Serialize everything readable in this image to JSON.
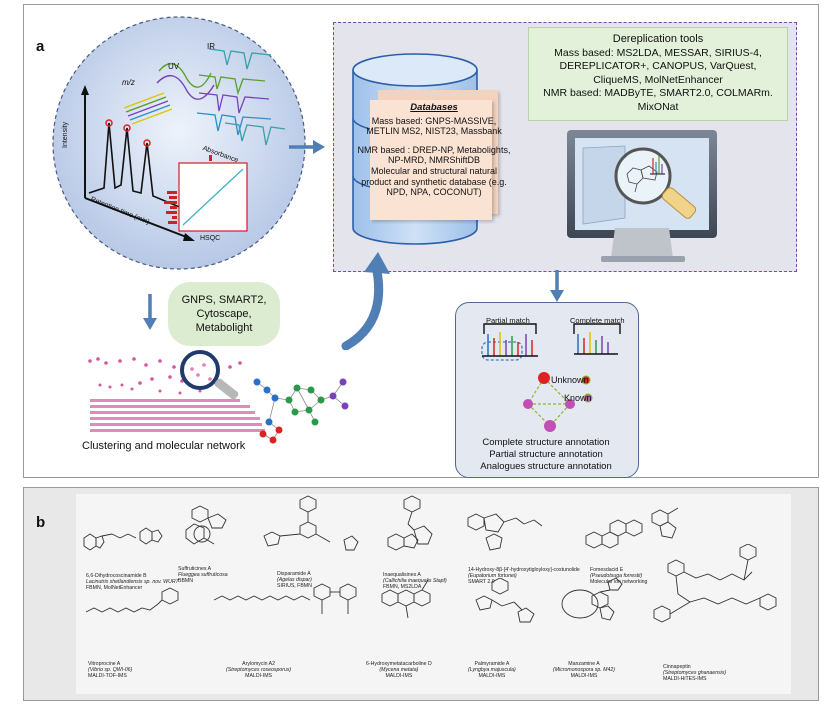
{
  "panel_a": {
    "label": "a",
    "spectra": {
      "uv": "UV",
      "ir": "IR",
      "mz": "m/z",
      "intensity": "Intensity",
      "retention": "Retention time (min)",
      "absorbance": "Absorbance",
      "hsqc": "HSQC"
    },
    "databases": {
      "heading": "Databases",
      "mass": "Mass based: GNPS-MASSIVE, METLIN MS2, NIST23, Massbank",
      "nmr": "NMR based : DREP-NP, Metabolights, NP-MRD, NMRShiftDB",
      "natural": "Molecular and structural natural product and synthetic database (e.g. NPD, NPA, COCONUT)"
    },
    "tools": {
      "title": "Dereplication tools",
      "mass": "Mass based: MS2LDA, MESSAR, SIRIUS-4, DEREPLICATOR+, CANOPUS, VarQuest, CliqueMS, MolNetEnhancer",
      "nmr": "NMR based: MADByTE, SMART2.0, COLMARm. MixONat"
    },
    "green_box": "GNPS, SMART2, Cytoscape, Metabolight",
    "clustering_label": "Clustering and molecular network",
    "match": {
      "partial": "Partial match",
      "complete": "Complete match",
      "unknown": "Unknown",
      "known": "Known",
      "ann1": "Complete structure annotation",
      "ann2": "Partial structure annotation",
      "ann3": "Analogues structure annotation"
    }
  },
  "panel_b": {
    "label": "b",
    "compounds": [
      {
        "name": "6,6-Dihydrocoscinamide B",
        "source": "Lacinutrix shetlandiensis sp. nov. WUR7",
        "tool": "FBMN, MolNetEnhancer"
      },
      {
        "name": "Suffruticines A",
        "source": "Flueggea suffruticosa",
        "tool": "BBMN"
      },
      {
        "name": "Disparamide A",
        "source": "(Agelas dispar)",
        "tool": "SIRIUS, FBMN"
      },
      {
        "name": "Inaequalisines A",
        "source": "(Callichilia inaequalis Stapf)",
        "tool": "FBMN, MS2LDA"
      },
      {
        "name": "14-Hydroxy-8β-[4'-hydroxytigloyloxy]-costunolide",
        "source": "(Eupatorium fortunei)",
        "tool": "SMART 2.0"
      },
      {
        "name": "Fomesdacid E",
        "source": "(Pseudotsuga forrestii)",
        "tool": "Molecular ion networking"
      },
      {
        "name": "Vitroprocine A",
        "source": "(Vibrio sp. QWI-06)",
        "tool": "MALDI-TOF-IMS"
      },
      {
        "name": "Arylomycin A2",
        "source": "(Streptomyces roseosporus)",
        "tool": "MALDI-IMS"
      },
      {
        "name": "6-Hydroxymetatacarboline D",
        "source": "(Mycena metata)",
        "tool": "MALDI-IMS"
      },
      {
        "name": "Palmyramide A",
        "source": "(Lyngbya majuscula)",
        "tool": "MALDI-IMS"
      },
      {
        "name": "Manzamine A",
        "source": "(Micromonospora sp. M42)",
        "tool": "MALDI-IMS"
      },
      {
        "name": "Cinnapeptin",
        "source": "(Streptomyces ghanaensis)",
        "tool": "MALDI-HiTES-IMS"
      }
    ]
  }
}
